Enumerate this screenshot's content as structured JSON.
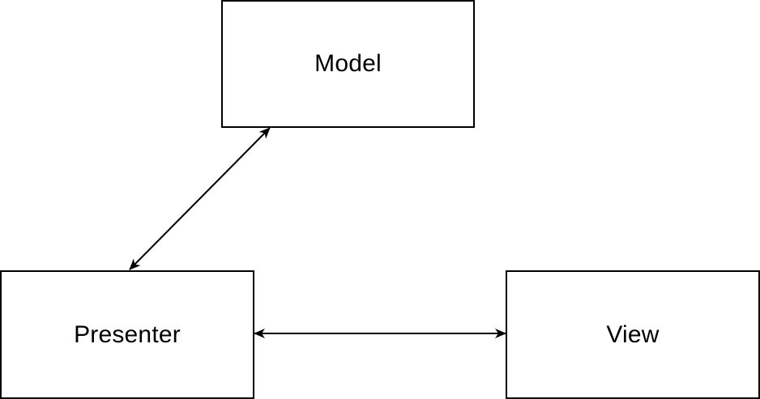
{
  "nodes": {
    "model": {
      "label": "Model"
    },
    "presenter": {
      "label": "Presenter"
    },
    "view": {
      "label": "View"
    }
  },
  "edges": [
    {
      "from": "model",
      "to": "presenter",
      "direction": "bidirectional"
    },
    {
      "from": "presenter",
      "to": "view",
      "direction": "bidirectional"
    }
  ],
  "colors": {
    "stroke": "#000000",
    "background": "#ffffff"
  }
}
